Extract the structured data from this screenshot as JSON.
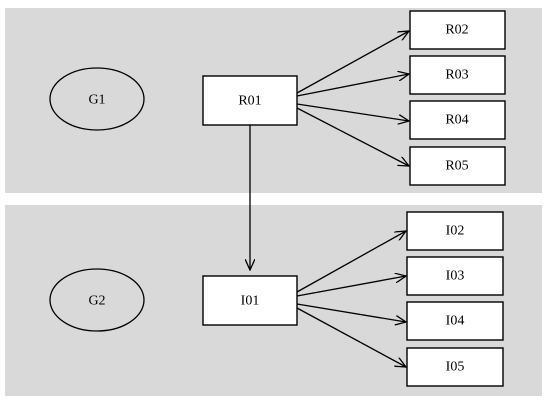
{
  "groups": [
    {
      "id": "g1",
      "label": "G1"
    },
    {
      "id": "g2",
      "label": "G2"
    }
  ],
  "nodes": {
    "R01": "R01",
    "R02": "R02",
    "R03": "R03",
    "R04": "R04",
    "R05": "R05",
    "I01": "I01",
    "I02": "I02",
    "I03": "I03",
    "I04": "I04",
    "I05": "I05"
  },
  "edges": [
    {
      "from": "R01",
      "to": "R02"
    },
    {
      "from": "R01",
      "to": "R03"
    },
    {
      "from": "R01",
      "to": "R04"
    },
    {
      "from": "R01",
      "to": "R05"
    },
    {
      "from": "R01",
      "to": "I01"
    },
    {
      "from": "I01",
      "to": "I02"
    },
    {
      "from": "I01",
      "to": "I03"
    },
    {
      "from": "I01",
      "to": "I04"
    },
    {
      "from": "I01",
      "to": "I05"
    }
  ]
}
